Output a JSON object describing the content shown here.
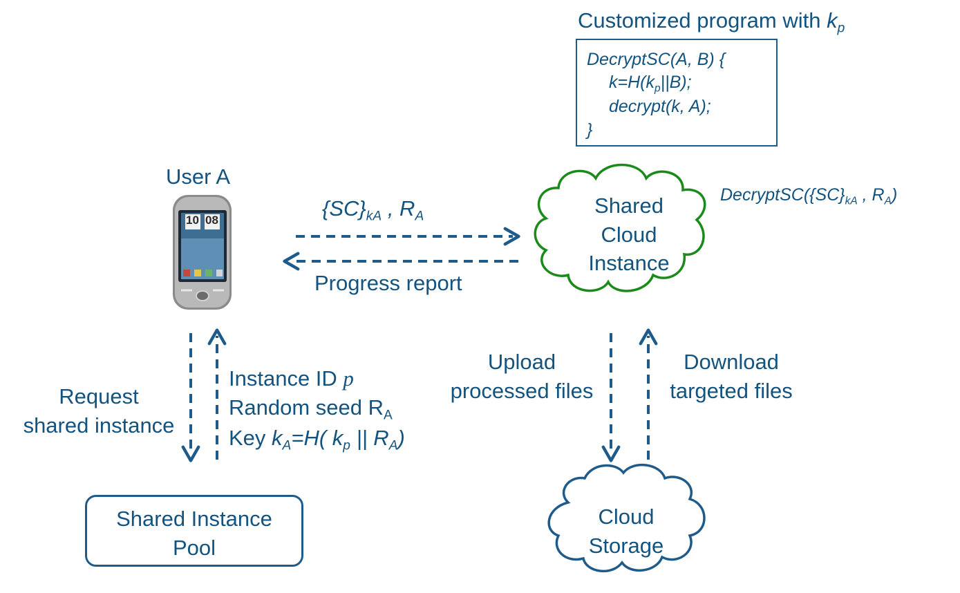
{
  "program": {
    "title_text": "Customized program with ",
    "title_var": "k",
    "title_sub": "p",
    "code": {
      "line1": "DecryptSC(A, B) {",
      "line2_pre": "k=H(k",
      "line2_sub": "p",
      "line2_post": "||B);",
      "line3": "decrypt(k, A);",
      "line4": "}"
    }
  },
  "user": {
    "label": "User A"
  },
  "phone": {
    "clock_hours": "10",
    "clock_minutes": "08"
  },
  "message": {
    "sc_main": "{SC}",
    "sc_sub": "kA",
    "sc_sep": " , R",
    "sc_sub2": "A",
    "progress": "Progress report"
  },
  "shared_instance": {
    "line1": "Shared",
    "line2": "Cloud",
    "line3": "Instance",
    "call_pre": "DecryptSC({SC}",
    "call_sub1": "kA",
    "call_mid": " , R",
    "call_sub2": "A",
    "call_post": ")"
  },
  "pool_flow": {
    "request_line1": "Request",
    "request_line2": "shared instance",
    "instance_id_text": "Instance ID ",
    "instance_id_var": "p",
    "seed_text": "Random seed R",
    "seed_sub": "A",
    "key_text": "Key ",
    "key_k": "k",
    "key_k_sub": "A",
    "key_eq": "=H( k",
    "key_p_sub": "p",
    "key_mid": " || R",
    "key_r_sub": "A",
    "key_end": ")"
  },
  "storage_flow": {
    "upload_line1": "Upload",
    "upload_line2": "processed files",
    "download_line1": "Download",
    "download_line2": "targeted files"
  },
  "pool": {
    "line1": "Shared Instance",
    "line2": "Pool"
  },
  "storage": {
    "line1": "Cloud",
    "line2": "Storage"
  },
  "colors": {
    "text": "#13537f",
    "arrow": "#1f5b8a",
    "cloud": "#1a8a1a"
  }
}
